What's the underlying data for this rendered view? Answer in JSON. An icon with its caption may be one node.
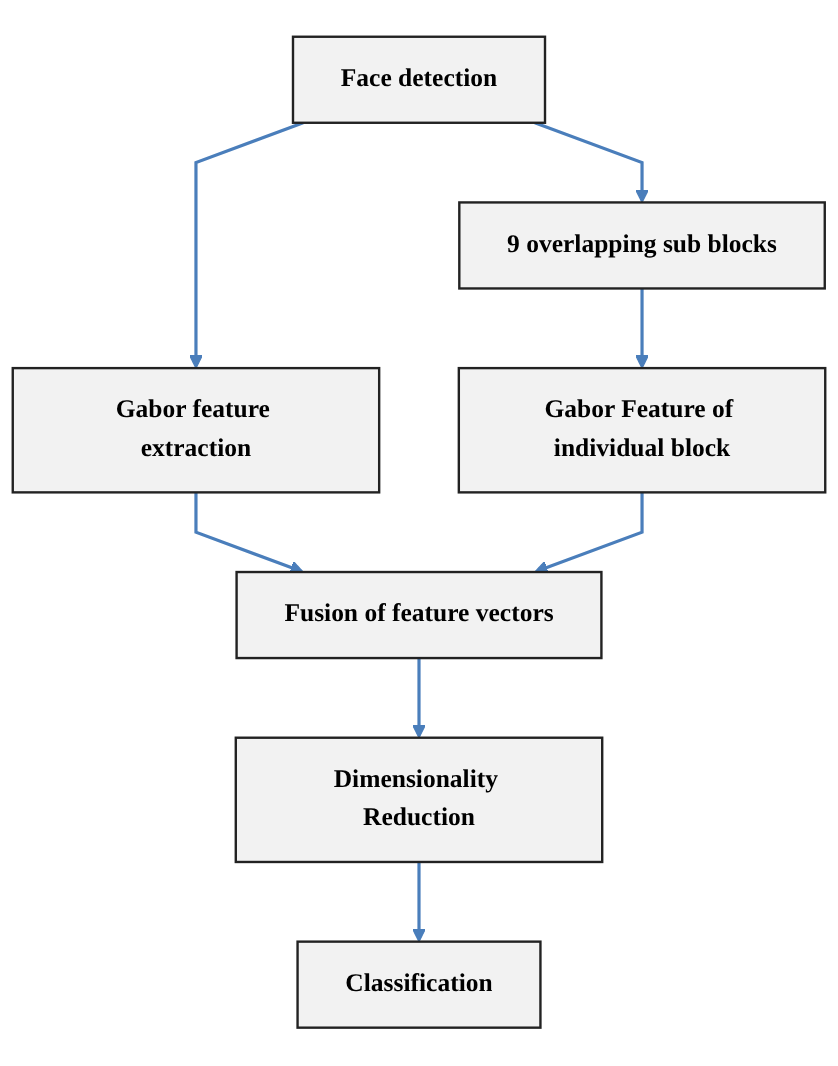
{
  "diagram": {
    "nodes": [
      {
        "text": [
          "Face detection"
        ]
      },
      {
        "text": [
          "9 overlapping sub blocks"
        ]
      },
      {
        "text": [
          "Gabor feature extraction"
        ]
      },
      {
        "text": [
          "Gabor Feature of individual block"
        ]
      },
      {
        "text": [
          "Fusion of feature vectors"
        ]
      },
      {
        "text": [
          "Dimensionality Reduction"
        ]
      },
      {
        "text": [
          "Classification"
        ]
      }
    ],
    "edges": [
      {
        "from": 0,
        "to": 1,
        "arrow": "to"
      },
      {
        "from": 0,
        "to": 2,
        "arrow": "to"
      },
      {
        "from": 1,
        "to": 3,
        "arrow": "to"
      },
      {
        "from": 2,
        "to": 4,
        "arrow": "to"
      },
      {
        "from": 3,
        "to": 4,
        "arrow": "to"
      },
      {
        "from": 4,
        "to": 5,
        "arrow": "to"
      },
      {
        "from": 5,
        "to": 6,
        "arrow": "to"
      }
    ]
  }
}
